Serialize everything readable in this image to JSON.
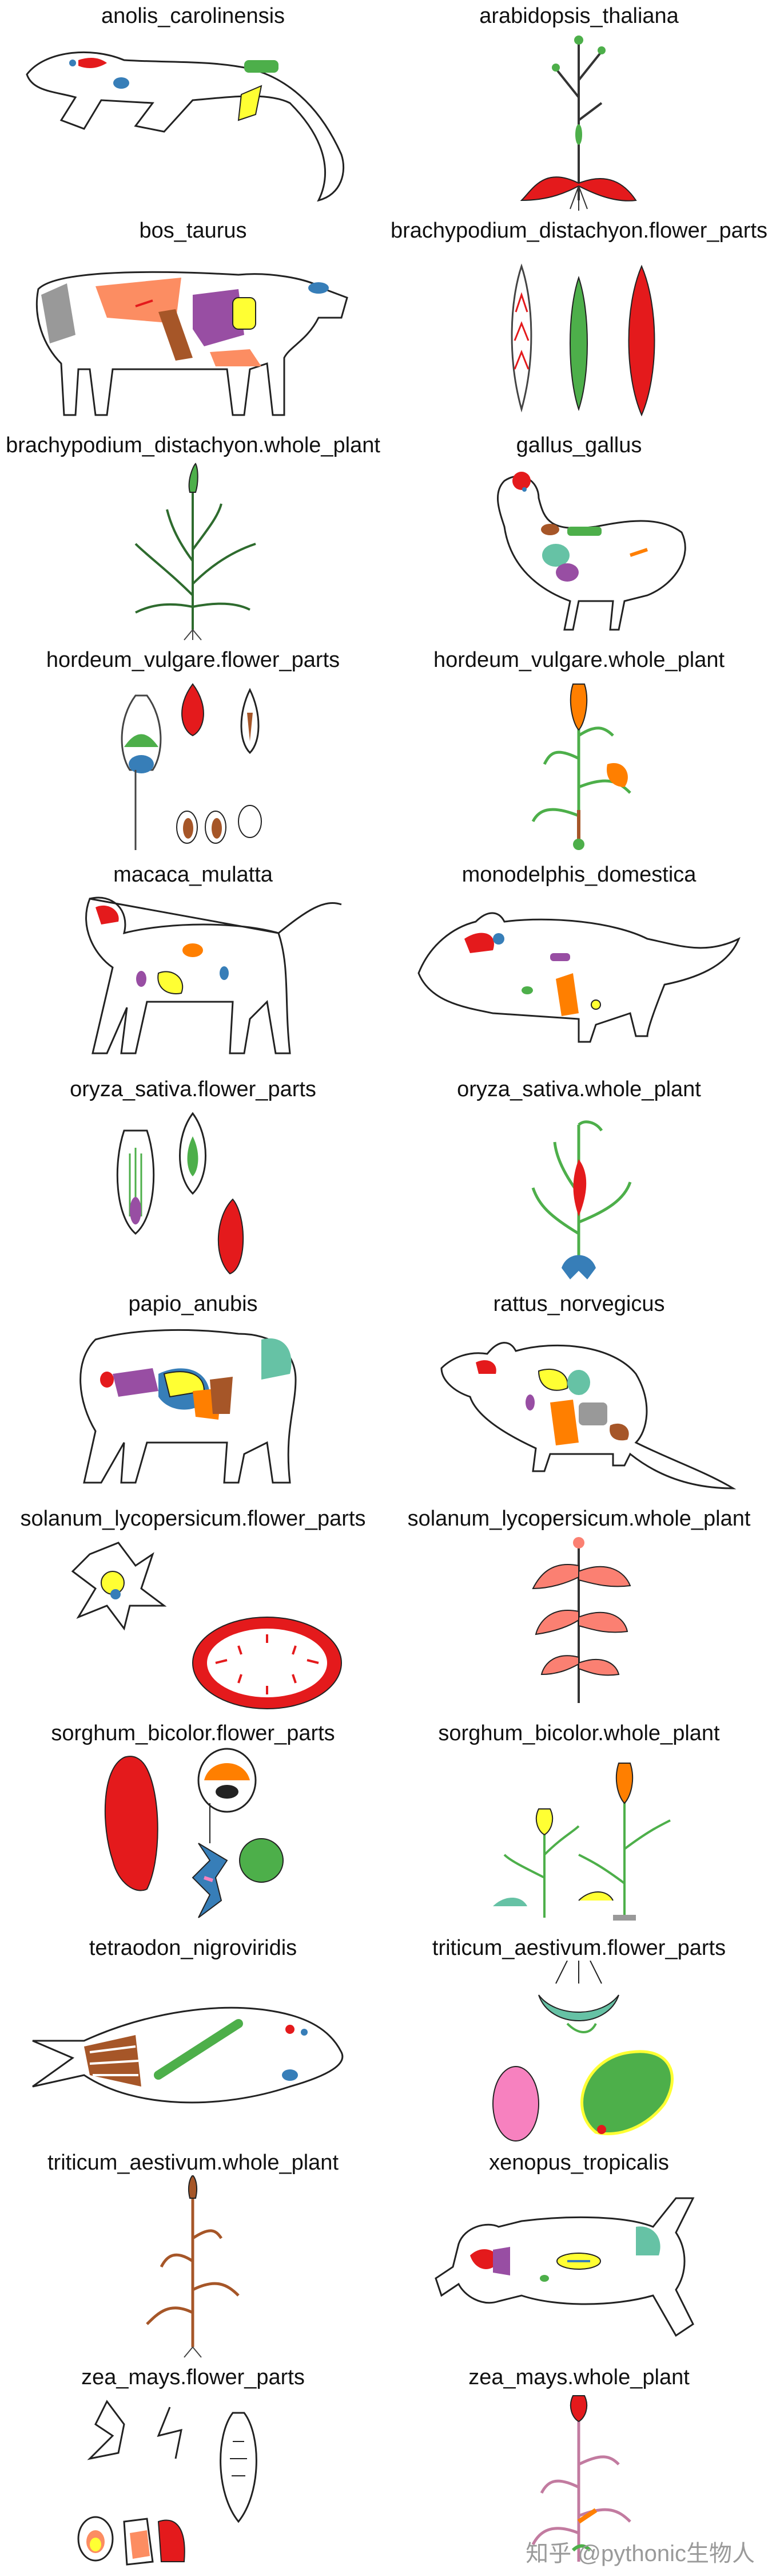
{
  "panels": [
    {
      "label": "anolis_carolinensis",
      "kind": "lizard"
    },
    {
      "label": "arabidopsis_thaliana",
      "kind": "rosette"
    },
    {
      "label": "bos_taurus",
      "kind": "cow"
    },
    {
      "label": "brachypodium_distachyon.flower_parts",
      "kind": "spike-parts"
    },
    {
      "label": "brachypodium_distachyon.whole_plant",
      "kind": "grass"
    },
    {
      "label": "gallus_gallus",
      "kind": "chicken"
    },
    {
      "label": "hordeum_vulgare.flower_parts",
      "kind": "barley-parts"
    },
    {
      "label": "hordeum_vulgare.whole_plant",
      "kind": "barley"
    },
    {
      "label": "macaca_mulatta",
      "kind": "monkey"
    },
    {
      "label": "monodelphis_domestica",
      "kind": "opossum"
    },
    {
      "label": "oryza_sativa.flower_parts",
      "kind": "rice-parts"
    },
    {
      "label": "oryza_sativa.whole_plant",
      "kind": "rice"
    },
    {
      "label": "papio_anubis",
      "kind": "baboon"
    },
    {
      "label": "rattus_norvegicus",
      "kind": "rat"
    },
    {
      "label": "solanum_lycopersicum.flower_parts",
      "kind": "tomato-parts"
    },
    {
      "label": "solanum_lycopersicum.whole_plant",
      "kind": "tomato"
    },
    {
      "label": "sorghum_bicolor.flower_parts",
      "kind": "sorghum-parts"
    },
    {
      "label": "sorghum_bicolor.whole_plant",
      "kind": "sorghum"
    },
    {
      "label": "tetraodon_nigroviridis",
      "kind": "fish"
    },
    {
      "label": "triticum_aestivum.flower_parts",
      "kind": "wheat-parts"
    },
    {
      "label": "triticum_aestivum.whole_plant",
      "kind": "wheat"
    },
    {
      "label": "xenopus_tropicalis",
      "kind": "frog"
    },
    {
      "label": "zea_mays.flower_parts",
      "kind": "maize-parts"
    },
    {
      "label": "zea_mays.whole_plant",
      "kind": "maize"
    }
  ],
  "watermark": "知乎 @pythonic生物人",
  "colors": {
    "red": "#e41a1c",
    "blue": "#377eb8",
    "green": "#4daf4a",
    "purple": "#984ea3",
    "orange": "#ff7f00",
    "yellow": "#ffff33",
    "brown": "#a65628",
    "pink": "#f781bf",
    "gray": "#999999",
    "teal": "#66c2a5",
    "salmon": "#fc8d62"
  }
}
